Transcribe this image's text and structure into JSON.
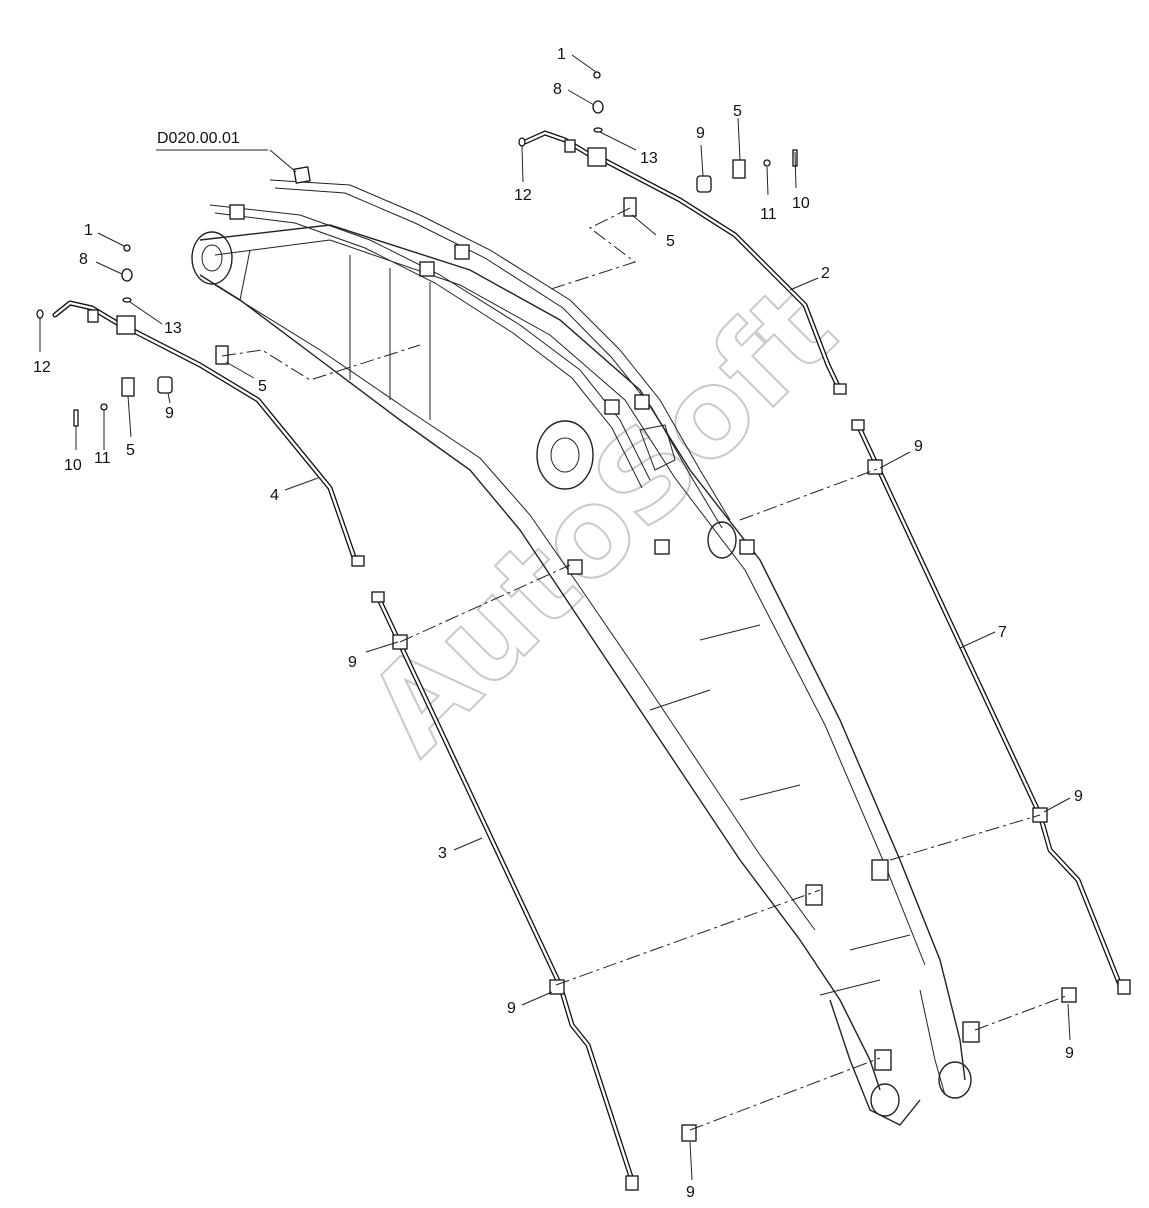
{
  "drawing": {
    "reference_label": "D020.00.01",
    "watermark": "AutoSoft",
    "callouts": {
      "c1_top": "1",
      "c8_top": "8",
      "c13_top": "13",
      "c12_top": "12",
      "c9_top": "9",
      "c5_top_a": "5",
      "c11_top": "11",
      "c10_top": "10",
      "c5_top_b": "5",
      "c2": "2",
      "c1_left": "1",
      "c8_left": "8",
      "c13_left": "13",
      "c12_left": "12",
      "c5_left_a": "5",
      "c5_left_b": "5",
      "c9_left": "9",
      "c10_left": "10",
      "c11_left": "11",
      "c4": "4",
      "c9_a": "9",
      "c9_b": "9",
      "c7": "7",
      "c9_c": "9",
      "c3": "3",
      "c9_d": "9",
      "c9_e": "9",
      "c9_f": "9"
    }
  }
}
